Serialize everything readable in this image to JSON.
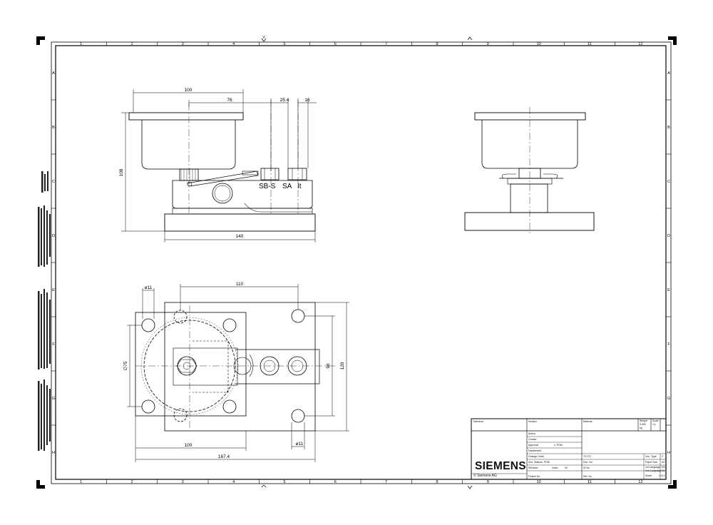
{
  "border": {
    "columns": [
      "1",
      "2",
      "3",
      "4",
      "5",
      "6",
      "7",
      "8",
      "9",
      "10",
      "11",
      "12"
    ],
    "rows": [
      "A",
      "B",
      "C",
      "D",
      "E",
      "F",
      "G",
      "H"
    ],
    "arrow_label": "V"
  },
  "front_view": {
    "dim_width": "100",
    "dim_offset": "76",
    "dim_spacing": "25.4",
    "dim_nut": "16",
    "dim_height": "108",
    "dim_base": "140",
    "nut_labels": [
      "SB-S",
      "SA",
      "It"
    ]
  },
  "top_view": {
    "dim_hole_top": "ø11",
    "dim_span_top": "110",
    "dim_left_vertical": "∅75",
    "dim_inner_right": "96",
    "dim_outer_right": "120",
    "dim_bottom_inner": "100",
    "dim_bottom_outer": "167.4",
    "dim_hole_bottom": "ø11"
  },
  "title_block": {
    "tolerance": "Tolerance",
    "surface": "Surface",
    "material": "Material",
    "weight": "Weight",
    "weight_value": "3.000",
    "weight_unit": "kg",
    "scale": "Scale",
    "scale_value": "1:1",
    "author": "Author",
    "creator": "Creator",
    "approval": "Approval",
    "approval_value": "s. PGM",
    "department": "Department",
    "change_order": "Change Order",
    "doc_status": "Doc. Status",
    "doc_status_value": "s. PGM",
    "revision": "Revision",
    "index": "Index",
    "index_value": "00",
    "title_no": "TO.TO",
    "doc_no": "Doc. No",
    "id_no": "ID No",
    "ref_no": "Ref. No",
    "doc_type": "Doc. Type",
    "doc_type_value": "Z",
    "paper_size": "Paper Size",
    "paper_size_value": "A2",
    "language_1": "1st Language",
    "language_1_value": "EN",
    "language_2": "2nd Language",
    "language_2_value": "DE",
    "sheet": "Sheet",
    "sheet_value": "1 of 1",
    "project_no": "Project No",
    "company": "SIEMENS",
    "copyright": "© Siemens AG"
  }
}
